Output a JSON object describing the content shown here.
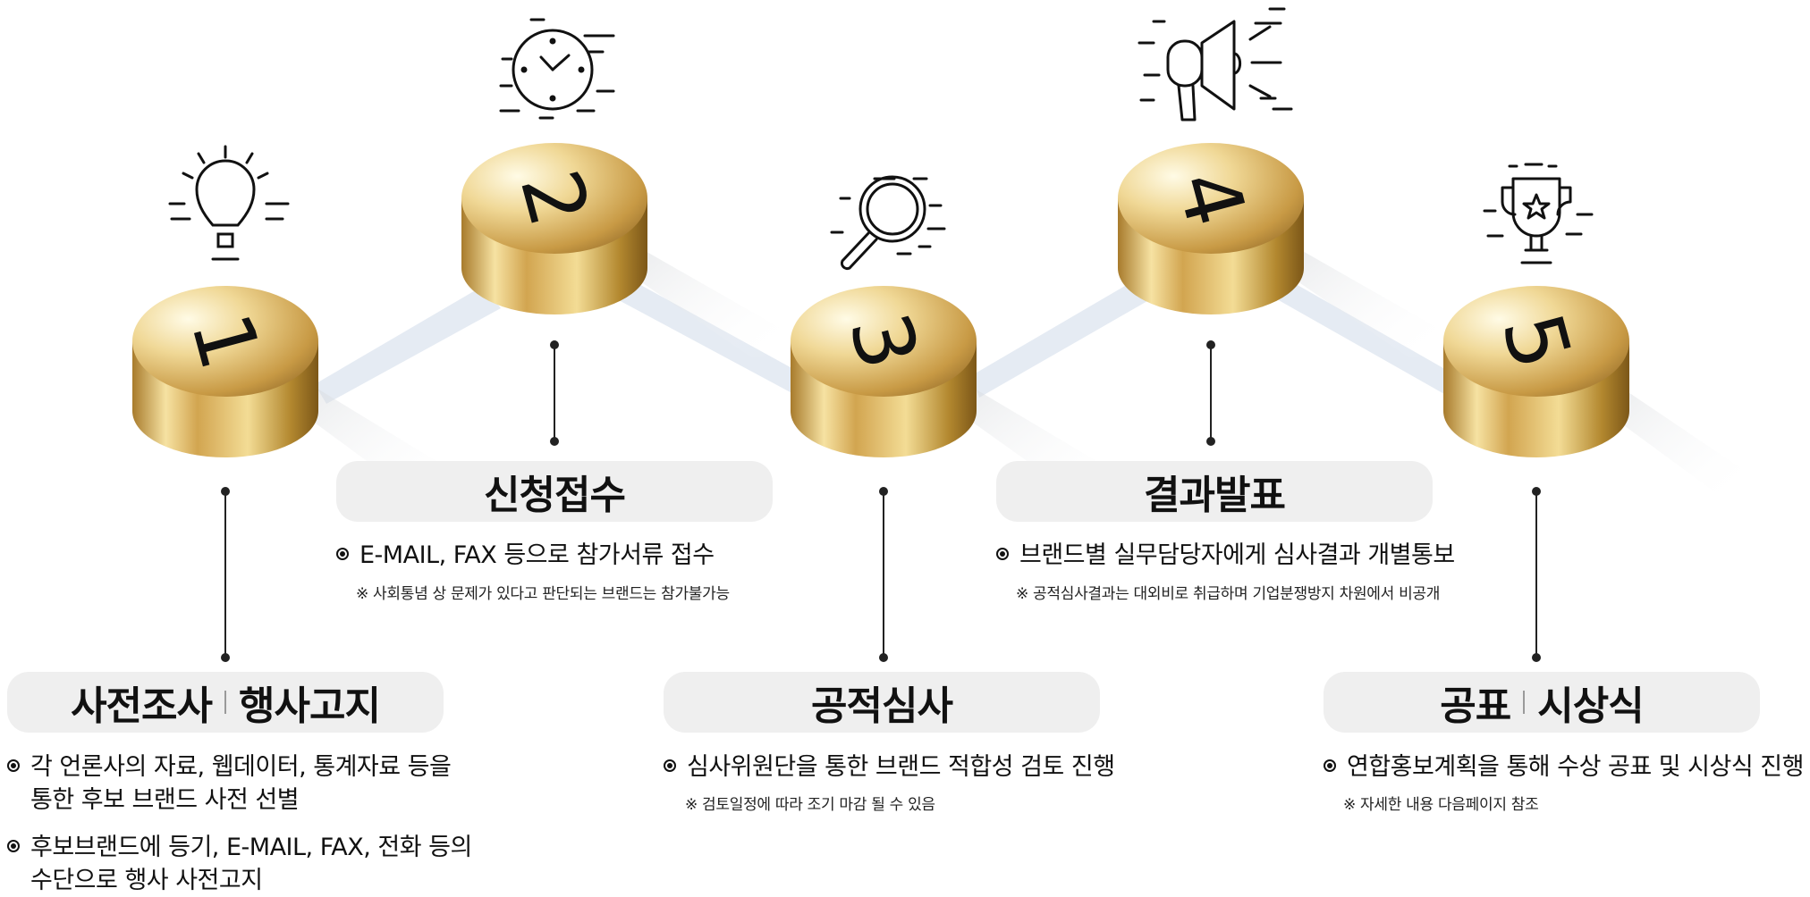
{
  "steps": [
    {
      "number": "1",
      "icon": "lightbulb-icon",
      "title_a": "사전조사",
      "title_b": "행사고지",
      "bullets": [
        [
          "각 언론사의 자료, 웹데이터, 통계자료 등을",
          "통한 후보 브랜드 사전 선별"
        ],
        [
          "후보브랜드에 등기, E-MAIL, FAX, 전화 등의",
          "수단으로 행사 사전고지"
        ]
      ],
      "note": ""
    },
    {
      "number": "2",
      "icon": "clock-icon",
      "title_a": "신청접수",
      "bullets": [
        [
          "E-MAIL, FAX 등으로 참가서류 접수"
        ]
      ],
      "note": "※ 사회통념 상 문제가 있다고 판단되는 브랜드는 참가불가능"
    },
    {
      "number": "3",
      "icon": "magnifier-icon",
      "title_a": "공적심사",
      "bullets": [
        [
          "심사위원단을 통한 브랜드 적합성 검토 진행"
        ]
      ],
      "note": "※ 검토일정에 따라 조기 마감 될 수 있음"
    },
    {
      "number": "4",
      "icon": "megaphone-icon",
      "title_a": "결과발표",
      "bullets": [
        [
          "브랜드별 실무담당자에게 심사결과 개별통보"
        ]
      ],
      "note": "※ 공적심사결과는 대외비로 취급하며 기업분쟁방지 차원에서 비공개"
    },
    {
      "number": "5",
      "icon": "trophy-icon",
      "title_a": "공표",
      "title_b": "시상식",
      "bullets": [
        [
          "연합홍보계획을 통해 수상 공표 및 시상식 진행"
        ]
      ],
      "note": "※ 자세한 내용 다음페이지 참조"
    }
  ],
  "colors": {
    "gold_light": "#fbf3d2",
    "gold_mid": "#d9b25a",
    "gold_dark": "#8a6424",
    "connector": "#e3e9f2",
    "title_bg": "#efefef"
  }
}
